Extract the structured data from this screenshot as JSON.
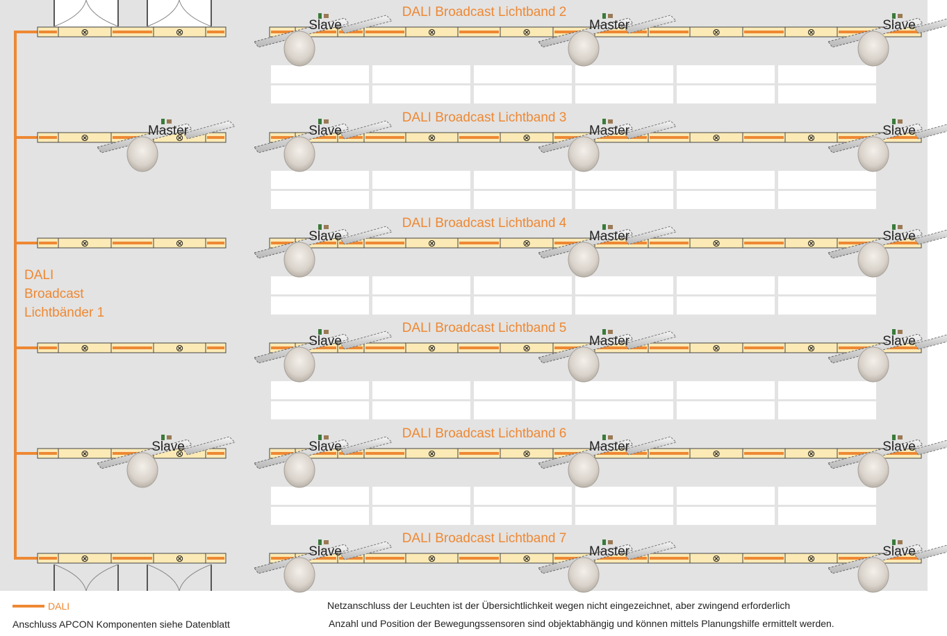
{
  "colors": {
    "dali_line": "#ee8833",
    "background_area": "#e3e3e3",
    "luminaire_fill": "#fbeab5",
    "luminaire_border": "#444444",
    "white_panels": "#ffffff"
  },
  "side_label": [
    "DALI",
    "Broadcast",
    "Lichtbänder 1"
  ],
  "rows": [
    {
      "title": "DALI Broadcast Lichtband 2",
      "left_roles": [],
      "main_roles": [
        "Slave",
        "Master",
        "Slave"
      ]
    },
    {
      "title": "DALI Broadcast Lichtband 3",
      "left_roles": [
        "Master"
      ],
      "main_roles": [
        "Slave",
        "Master",
        "Slave"
      ]
    },
    {
      "title": "DALI Broadcast Lichtband 4",
      "left_roles": [],
      "main_roles": [
        "Slave",
        "Master",
        "Slave"
      ]
    },
    {
      "title": "DALI Broadcast Lichtband 5",
      "left_roles": [],
      "main_roles": [
        "Slave",
        "Master",
        "Slave"
      ]
    },
    {
      "title": "DALI Broadcast Lichtband 6",
      "left_roles": [
        "Slave"
      ],
      "main_roles": [
        "Slave",
        "Master",
        "Slave"
      ]
    },
    {
      "title": "DALI Broadcast Lichtband 7",
      "left_roles": [],
      "main_roles": [
        "Slave",
        "Master",
        "Slave"
      ]
    }
  ],
  "lamp_symbol": "⊗",
  "legend": {
    "dali_label": "DALI",
    "apcon_note": "Anschluss APCON Komponenten siehe Datenblatt",
    "note_power": "Netzanschluss der Leuchten ist der Übersichtlichkeit wegen nicht eingezeichnet, aber zwingend erforderlich",
    "note_sensors": "Anzahl und Position der Bewegungssensoren sind objektabhängig und können mittels Planungshilfe ermittelt werden."
  }
}
